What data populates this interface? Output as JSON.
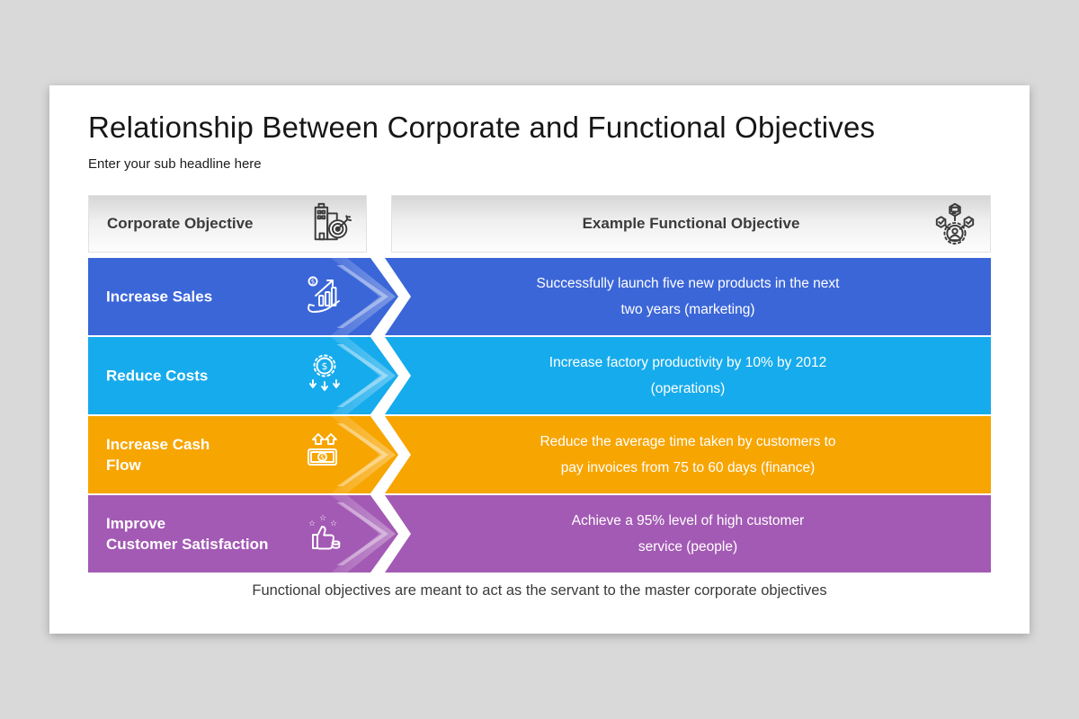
{
  "theme": {
    "page_background": "#d9d9d9",
    "card_background": "#ffffff",
    "header_box_gradient_top": "#d6d6d6",
    "header_box_gradient_bottom": "#fdfdfd"
  },
  "slide": {
    "title": "Relationship Between Corporate and Functional Objectives",
    "subtitle": "Enter your sub headline here",
    "footer_note": "Functional objectives are meant to act as the servant to the master corporate objectives"
  },
  "table_header": {
    "corporate": {
      "label": "Corporate Objective",
      "icon": "building-target-icon"
    },
    "functional": {
      "label": "Example Functional Objective",
      "icon": "team-management-icon"
    }
  },
  "rows": [
    {
      "title_lines": [
        "Increase Sales",
        ""
      ],
      "description_lines": [
        "Successfully launch five new products in the next",
        "two years (marketing)"
      ],
      "color": "#3b66d8",
      "icon": "sales-growth-icon"
    },
    {
      "title_lines": [
        "Reduce Costs",
        ""
      ],
      "description_lines": [
        "Increase factory productivity by 10% by 2012",
        "(operations)"
      ],
      "color": "#16abec",
      "icon": "cost-reduction-icon"
    },
    {
      "title_lines": [
        "Increase Cash",
        "Flow"
      ],
      "description_lines": [
        "Reduce the average time taken by customers to",
        "pay invoices from 75 to 60 days (finance)"
      ],
      "color": "#f7a500",
      "icon": "cash-flow-icon"
    },
    {
      "title_lines": [
        "Improve",
        "Customer Satisfaction"
      ],
      "description_lines": [
        "Achieve a 95% level of high customer",
        "service (people)"
      ],
      "color": "#a35ab4",
      "icon": "customer-satisfaction-icon"
    }
  ]
}
